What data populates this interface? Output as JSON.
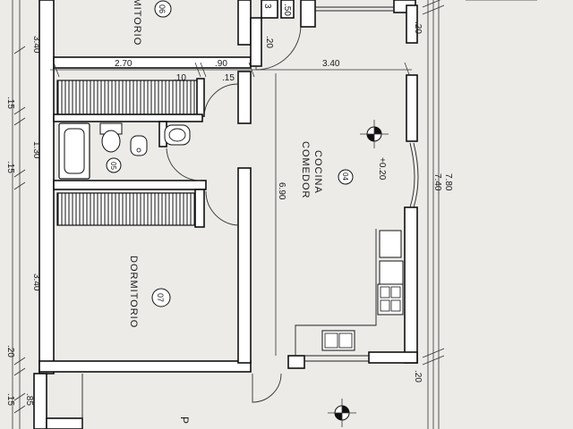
{
  "rooms": {
    "dormitorio_top": {
      "name": "DORMITORIO",
      "number": "06"
    },
    "bano": {
      "number": "05"
    },
    "cocina": {
      "name_line1": "COCINA",
      "name_line2": "COMEDOR",
      "number": "04"
    },
    "dormitorio_bottom": {
      "name": "DORMITORIO",
      "number": "07"
    },
    "partial_label": "P"
  },
  "levels": {
    "main": "+0.20"
  },
  "dimensions": {
    "d_270": "2.70",
    "d_10": ".10",
    "d_90": ".90",
    "d_15a": ".15",
    "d_340_top": "3.40",
    "d_690": "6.90",
    "d_780": "7.80",
    "d_740": "7.40",
    "d_20_top": ".20",
    "d_20_right": ".20",
    "d_20_door": ".20",
    "d_50": ".50",
    "d_3": "3",
    "left_340a": "3.40",
    "left_15a": ".15",
    "left_130": "1.30",
    "left_15b": ".15",
    "left_340b": "3.40",
    "left_20": ".20",
    "left_85": ".85",
    "left_15c": ".15"
  }
}
